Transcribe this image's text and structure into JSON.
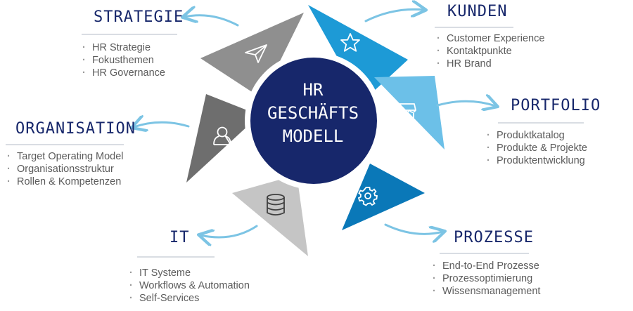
{
  "center": {
    "lines": [
      "HR",
      "GESCHÄFTS",
      "MODELL"
    ]
  },
  "sections": {
    "strategie": {
      "title": "STRATEGIE",
      "items": [
        "HR Strategie",
        "Fokusthemen",
        "HR Governance"
      ]
    },
    "kunden": {
      "title": "KUNDEN",
      "items": [
        "Customer Experience",
        "Kontaktpunkte",
        "HR Brand"
      ]
    },
    "portfolio": {
      "title": "PORTFOLIO",
      "items": [
        "Produktkatalog",
        "Produkte &  Projekte",
        "Produktentwicklung"
      ]
    },
    "prozesse": {
      "title": "PROZESSE",
      "items": [
        "End-to-End Prozesse",
        "Prozessoptimierung",
        "Wissensmanagement"
      ]
    },
    "it": {
      "title": "IT",
      "items": [
        "IT Systeme",
        "Workflows & Automation",
        "Self-Services"
      ]
    },
    "organisation": {
      "title": "ORGANISATION",
      "items": [
        "Target Operating Model",
        "Organisationsstruktur",
        "Rollen & Kompetenzen"
      ]
    }
  },
  "icons": {
    "strategie": "paper-plane-icon",
    "kunden": "star-icon",
    "portfolio": "storefront-icon",
    "prozesse": "gear-icon",
    "it": "database-icon",
    "organisation": "person-icon"
  },
  "colors": {
    "navy": "#17276b",
    "arrow": "#7cc4e4",
    "kunden": "#1d9ad6",
    "portfolio": "#6cc0e8",
    "prozesse": "#0a78b8",
    "it": "#c5c5c5",
    "organisation": "#6e6e6e",
    "strategie": "#8f8f8f"
  }
}
